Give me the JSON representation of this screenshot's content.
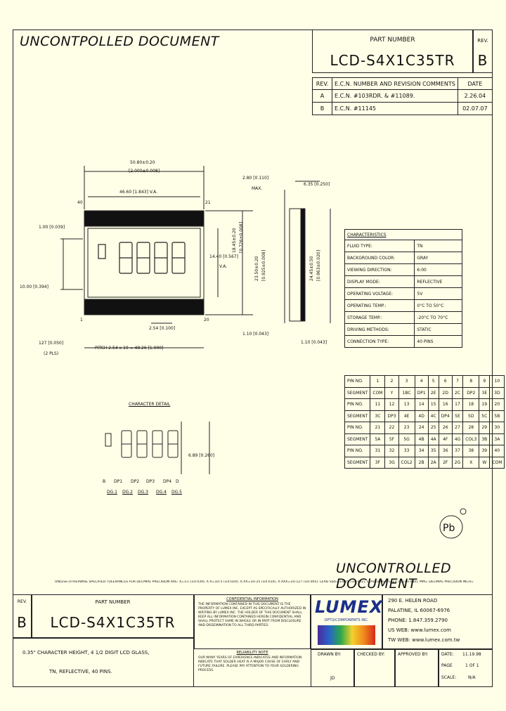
{
  "header": {
    "watermark_top": "UNCONTPOLLED DOCUMENT",
    "part_number_label": "PART NUMBER",
    "part_number": "LCD-S4X1C35TR",
    "rev_label": "REV.",
    "rev": "B"
  },
  "revisions": {
    "headers": [
      "REV.",
      "E.C.N. NUMBER AND REVISION COMMENTS",
      "DATE"
    ],
    "rows": [
      [
        "A",
        "E.C.N. #103RDR. & #11089.",
        "2.26.04"
      ],
      [
        "B",
        "E.C.N. #11145",
        "02.07.07"
      ]
    ]
  },
  "drawing": {
    "dim_width": "50.80±0.20",
    "dim_width_in": "[2.000±0.008]",
    "dim_va": "46.60 [1.843] V.A.",
    "pin40": "40",
    "pin21": "21",
    "pin1": "1",
    "pin20": "20",
    "dim_1_00": "1.00 [0.039]",
    "dim_10_00": "10.00 [0.394]",
    "dim_14_40": "14.40 [0.567]",
    "dim_va_short": "V.A.",
    "dim_18_45": "18.45±0.20",
    "dim_18_45_in": "[0.726±0.008]",
    "dim_23_50": "23.50±0.20",
    "dim_23_50_in": "[0.925±0.008]",
    "dim_2_54": "2.54 [0.100]",
    "dim_127": "127 [0.050]",
    "dim_127_note": "(2 PLS)",
    "pitch": "PITCH 2.54 x 19 = 48.26 [1.900]",
    "dim_2_80": "2.80 [0.110]",
    "dim_max": "MAX.",
    "dim_6_35": "6.35 [0.250]",
    "dim_24_45": "24.45±0.50",
    "dim_24_45_in": "[0.963±0.020]",
    "dim_1_10a": "1.10 [0.043]",
    "dim_1_10b": "1.10 [0.043]",
    "char_detail": "CHARACTER DETAIL",
    "dim_6_89": "6.89 [0.260]",
    "labels_bottom": [
      "B",
      "DP1",
      "DP2",
      "DP3",
      "DP4",
      "D"
    ],
    "digit_labels": [
      "DG.1",
      "DG.2",
      "DG.3",
      "DG.4",
      "DG.5"
    ],
    "digits": "1.8.8.8.8"
  },
  "characteristics": {
    "title": "CHARACTERISTICS",
    "rows": [
      [
        "FLUID TYPE:",
        "TN"
      ],
      [
        "BACKGROUND COLOR:",
        "GRAY"
      ],
      [
        "VIEWING DIRECTION:",
        "6:00"
      ],
      [
        "DISPLAY MODE:",
        "REFLECTIVE"
      ],
      [
        "OPERATING VOLTAGE:",
        "5V"
      ],
      [
        "OPERATING TEMP.:",
        "0°C TO 50°C"
      ],
      [
        "STORAGE TEMP.:",
        "-20°C TO 70°C"
      ],
      [
        "DRIVING METHODS:",
        "STATIC"
      ],
      [
        "CONNECTION TYPE:",
        "40 PINS"
      ]
    ]
  },
  "pins": {
    "rows": [
      [
        "PIN NO.",
        "1",
        "2",
        "3",
        "4",
        "5",
        "6",
        "7",
        "8",
        "9",
        "10"
      ],
      [
        "SEGMENT",
        "COM",
        "Y",
        "1BC",
        "DP1",
        "2E",
        "2D",
        "2C",
        "DP2",
        "3E",
        "3D"
      ],
      [
        "PIN NO.",
        "11",
        "12",
        "13",
        "14",
        "15",
        "16",
        "17",
        "18",
        "19",
        "20"
      ],
      [
        "SEGMENT",
        "3C",
        "DP3",
        "4E",
        "4D",
        "4C",
        "DP4",
        "5E",
        "5D",
        "5C",
        "5B"
      ],
      [
        "PIN NO.",
        "21",
        "22",
        "23",
        "24",
        "25",
        "26",
        "27",
        "28",
        "29",
        "30"
      ],
      [
        "SEGMENT",
        "5A",
        "5F",
        "5G",
        "4B",
        "4A",
        "4F",
        "4G",
        "COL3",
        "3B",
        "3A"
      ],
      [
        "PIN NO.",
        "31",
        "32",
        "33",
        "34",
        "35",
        "36",
        "37",
        "38",
        "39",
        "40"
      ],
      [
        "SEGMENT",
        "3F",
        "3G",
        "COL2",
        "2B",
        "2A",
        "2F",
        "2G",
        "X",
        "W",
        "COM"
      ]
    ]
  },
  "pb_symbol": "Pb",
  "footer": {
    "watermark_bottom": "UNCONTROLLED DOCUMENT",
    "tolerance_note": "UNLESS OTHERWISE SPECIFIED TOLERANCES FOR DECIMAL PRECISION ARE: X=±1 (±0.039), X.X=±0.5 (±0.020), X.XX=±0.25 (±0.010), X.XXX=±0.127 (±0.005). LEAD SIZE=±0.05 (±0.002), LEAD LENGTH=±0.76 (±0.030), MM= DECIMAL PRECISION INCH=",
    "rev_label": "REV.",
    "rev": "B",
    "part_number_label": "PART NUMBER",
    "part_number": "LCD-S4X1C35TR",
    "description_line1": "0.35\" CHARACTER HEIGHT, 4 1/2 DIGIT LCD GLASS,",
    "description_line2": "TN, REFLECTIVE, 40 PINS.",
    "confidential_title": "CONFIDENTIAL INFORMATION",
    "confidential_text": "THE INFORMATION CONTAINED IN THIS DOCUMENT IS THE PROPERTY OF LUMEX INC. EXCEPT AS SPECIFICALLY AUTHORIZED IN WRITING BY LUMEX INC. THE HOLDER OF THIS DOCUMENT SHALL KEEP ALL INFORMATION CONTAINED HEREIN CONFIDENTIAL AND SHALL PROTECT SAME IN WHOLE OR IN PART FROM DISCLOSURE AND DISSEMINATION TO ALL THIRD PARTIES.",
    "reliability_title": "RELIABILITY NOTE",
    "reliability_text": "OUR MANY YEARS OF EXPERIENCE INDICATES AND INFORMATION INDICATE THAT SOLDER HEAT IS A MAJOR CAUSE OF EARLY AND FUTURE FAILURE. PLEASE PAY ATTENTION TO YOUR SOLDERING PROCESS.",
    "logo": "LUMEX",
    "logo_tagline": "OPTO/COMPONENTS INC.",
    "address": [
      "290 E. HELEN ROAD",
      "PALATINE, IL 60067-6976",
      "PHONE: 1.847.359.2790",
      "US WEB: www.lumex.com",
      "TW WEB: www.lumex.com.tw"
    ],
    "drawn_by_label": "DRAWN BY:",
    "drawn_by": "JD",
    "checked_by_label": "CHECKED BY:",
    "approved_by_label": "APPROVED BY:",
    "date_label": "DATE:",
    "date": "11.19.98",
    "page_label": "PAGE",
    "page": "1 OF 1",
    "scale_label": "SCALE:",
    "scale": "N/A"
  }
}
